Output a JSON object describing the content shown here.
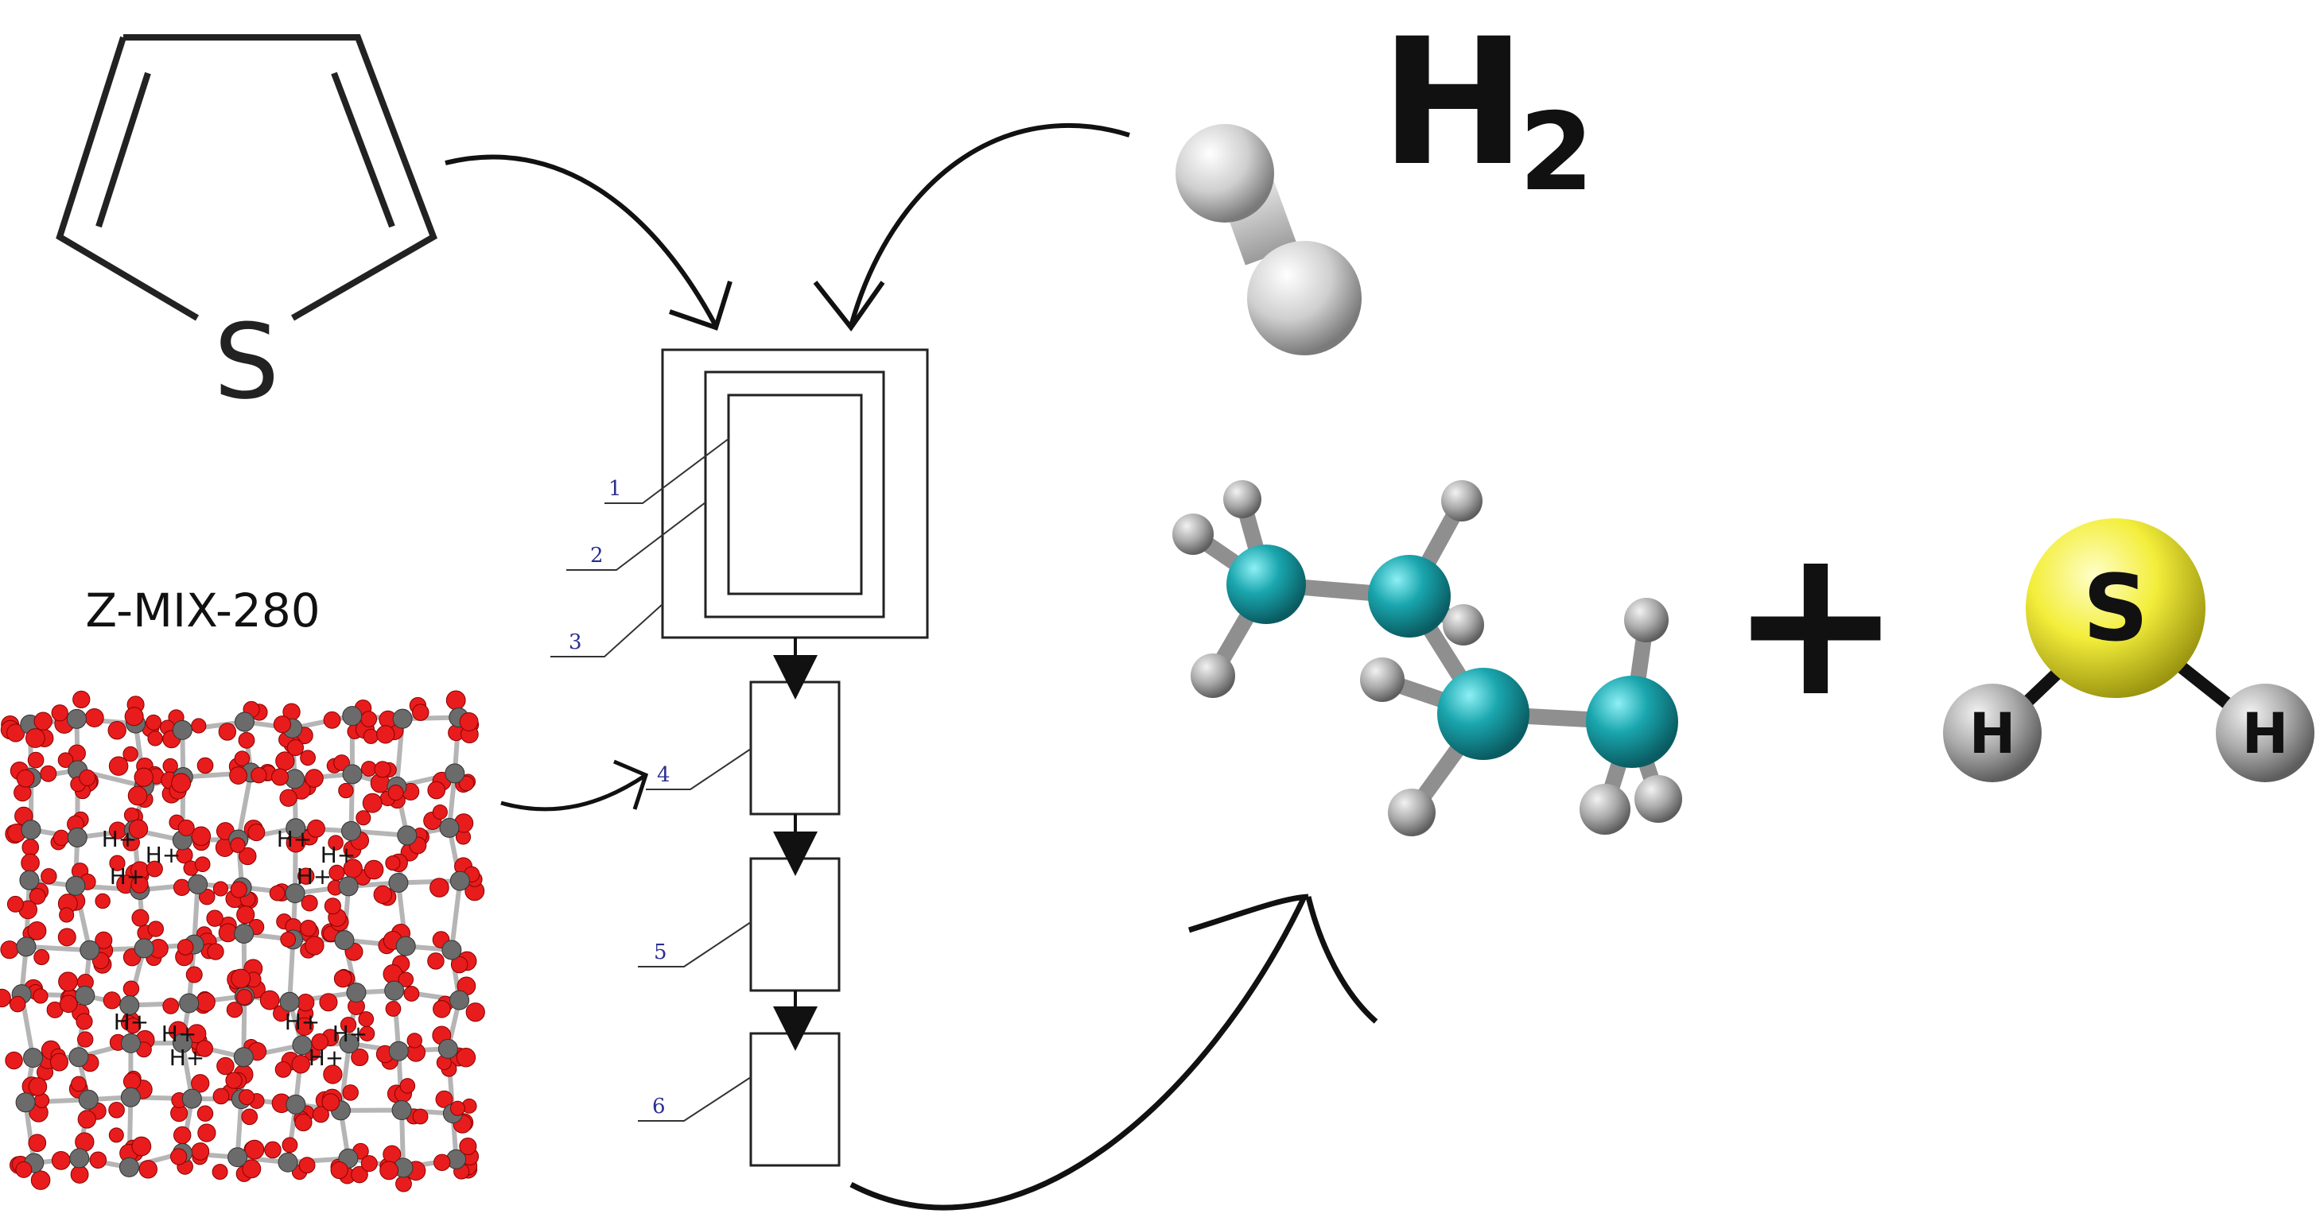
{
  "thiophene": {
    "heteroatom": "S"
  },
  "hydrogen": {
    "formula_main": "H",
    "formula_sub": "2"
  },
  "catalyst": {
    "name": "Z-MIX-280",
    "proton_label": "H+"
  },
  "reactor": {
    "labels": [
      "1",
      "2",
      "3",
      "4",
      "5",
      "6"
    ]
  },
  "products": {
    "plus": "+",
    "h2s": {
      "center": "S",
      "left": "H",
      "right": "H"
    }
  },
  "colors": {
    "oxygen": "#e81c1c",
    "silicon": "#6b6b6b",
    "carbon_butane": "#1a9aa3",
    "hydrogen_atom": "#b9b9b9",
    "sulfur": "#f4ef3c",
    "label_blue": "#2b2f8f"
  }
}
